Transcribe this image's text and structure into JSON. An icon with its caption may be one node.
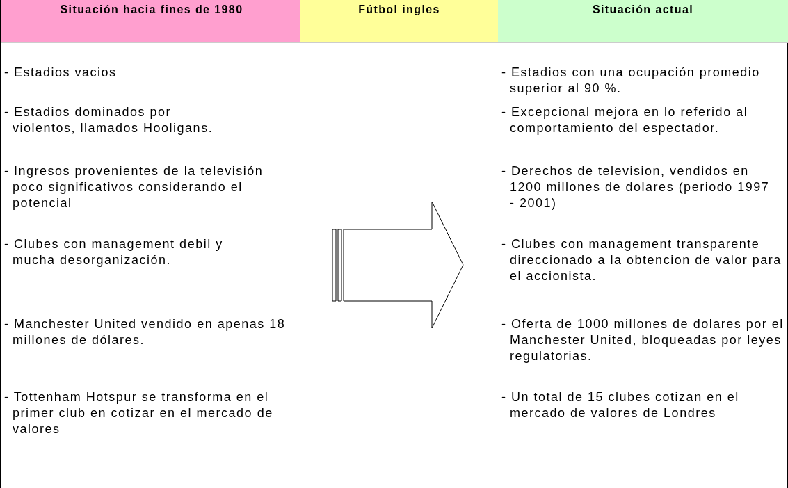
{
  "diagram": {
    "nodes": [
      {
        "text": [
          "Situación hacia fines de 1980",
          "- Estadios vacios",
          "- Estadios dominados por violentos, llamados Hooligans.",
          "- Ingresos provenientes de la televisión poco significativos considerando el potencial",
          "- Clubes con management debil y mucha desorganización.",
          "- Manchester United vendido en apenas 18 millones de dólares.",
          "- Tottenham Hotspur se transforma en el primer club en cotizar en el mercado de valores"
        ]
      },
      {
        "text": [
          "Situación actual",
          "- Estadios con una ocupación promedio superior al 90 %.",
          "- Excepcional mejora en lo referido al comportamiento del espectador.",
          "- Derechos de television, vendidos en 1200 millones de dolares (periodo 1997 - 2001)",
          "- Clubes con management transparente direccionado a la obtencion de valor para el accionista.",
          "- Oferta de 1000 millones de dolares por el Manchester United, bloqueadas por leyes regulatorias.",
          "- Un total de 15 clubes cotizan en el mercado de valores de Londres"
        ]
      }
    ],
    "edges": [
      {
        "from": 0,
        "to": 1,
        "arrow": "to"
      }
    ],
    "labels": [
      "Fútbol ingles"
    ]
  }
}
